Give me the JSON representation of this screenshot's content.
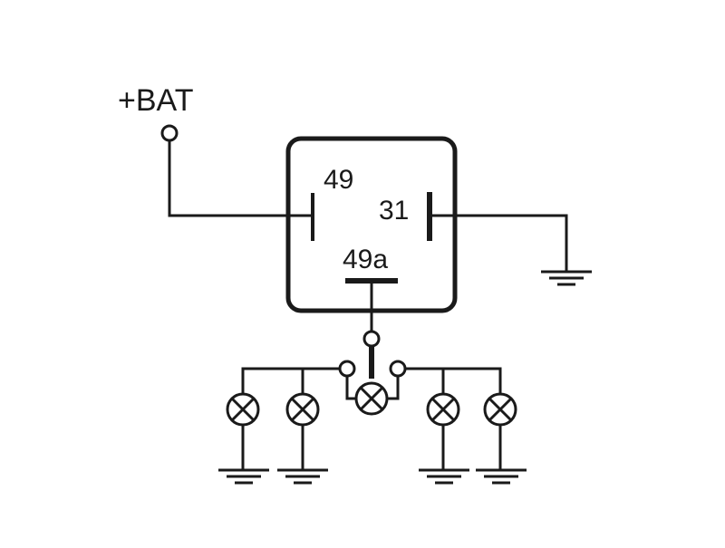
{
  "diagram": {
    "supply_label": "+BAT",
    "relay": {
      "pin_49_label": "49",
      "pin_31_label": "31",
      "pin_49a_label": "49a"
    }
  },
  "colors": {
    "line": "#1a1a1a",
    "background": "#ffffff"
  }
}
